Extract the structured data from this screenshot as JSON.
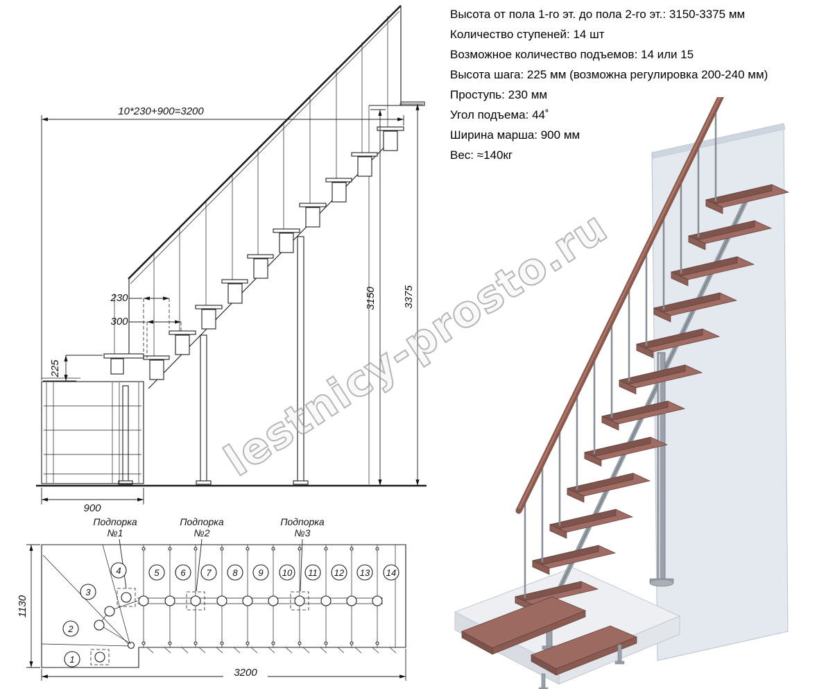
{
  "specs": {
    "lines": [
      "Высота от пола 1-го эт. до пола 2-го эт.: 3150-3375 мм",
      "Количество ступеней: 14 шт",
      "Возможное количество подъемов: 14 или 15",
      "Высота шага: 225 мм (возможна регулировка 200-240 мм)",
      "Проступь: 230 мм",
      "Угол подъема: 44˚",
      "Ширина марша: 900 мм",
      "Вес: ≈140кг"
    ]
  },
  "side_view": {
    "dim_top": "10*230+900=3200",
    "dim_tread_depth": "230",
    "dim_module": "300",
    "dim_rise": "225",
    "dim_march_width": "900",
    "dim_height_floor": "3150",
    "dim_height_total": "3375"
  },
  "plan_view": {
    "supports": [
      {
        "line1": "Подпорка",
        "line2": "№1"
      },
      {
        "line1": "Подпорка",
        "line2": "№2"
      },
      {
        "line1": "Подпорка",
        "line2": "№3"
      }
    ],
    "steps": [
      "1",
      "2",
      "3",
      "4",
      "5",
      "6",
      "7",
      "8",
      "9",
      "10",
      "11",
      "12",
      "13",
      "14"
    ],
    "dim_width": "1130",
    "dim_length": "3200"
  },
  "watermark": "lestnicy-prosto.ru"
}
